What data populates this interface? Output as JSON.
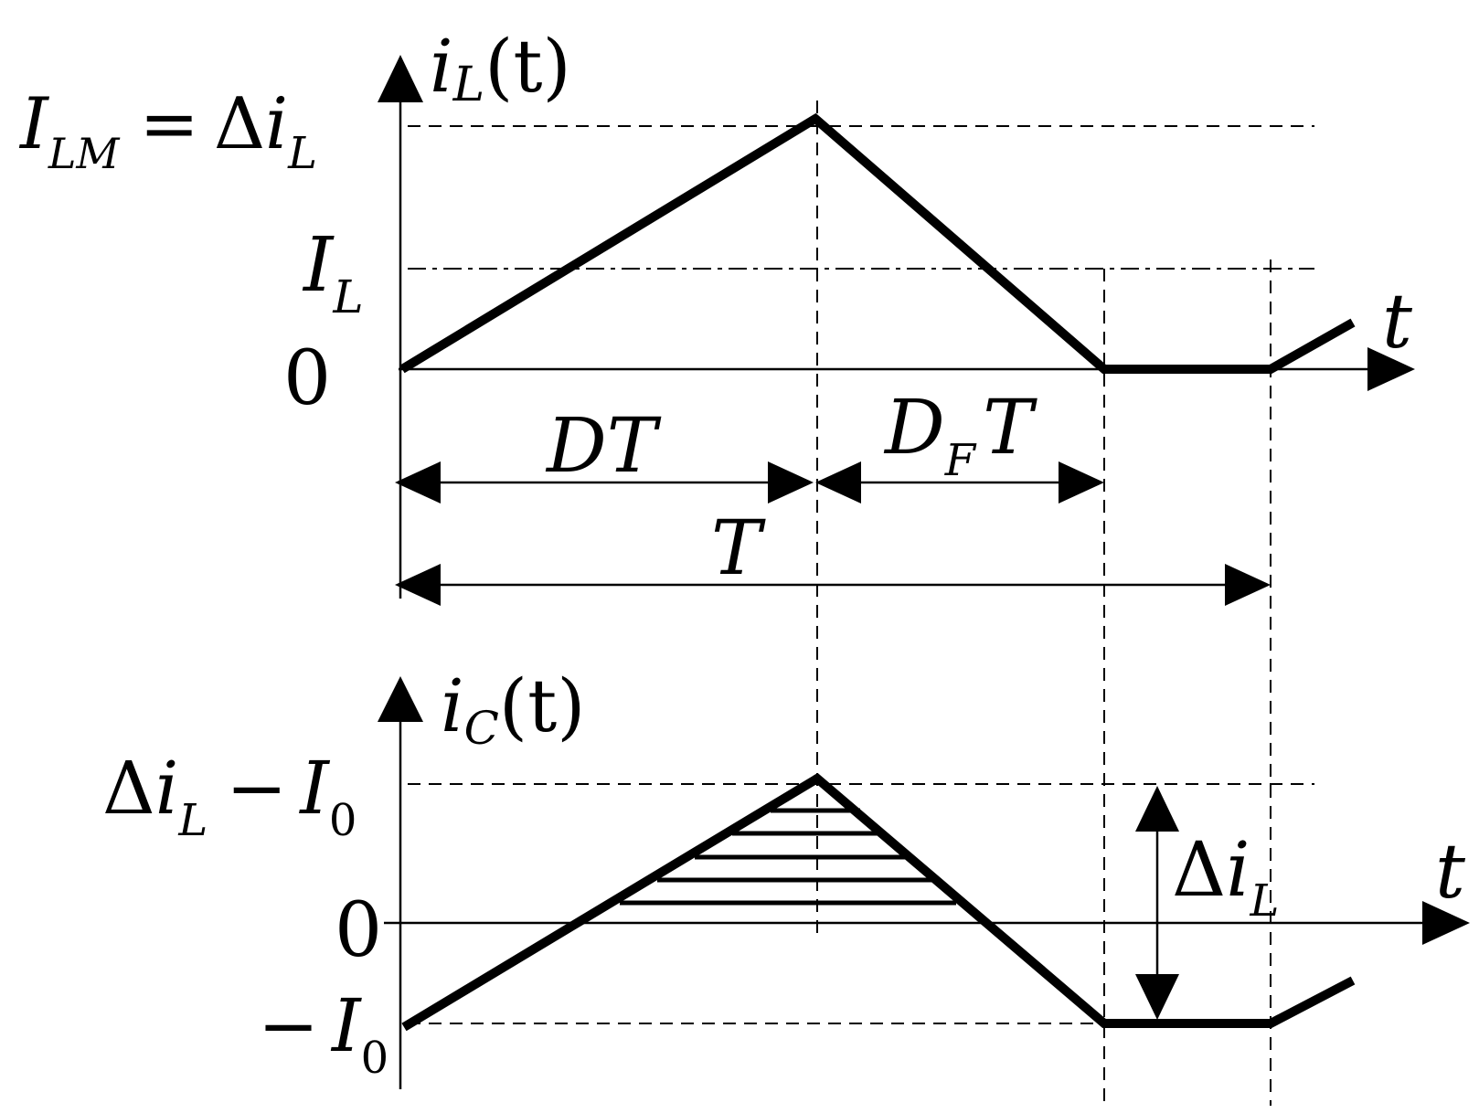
{
  "colors": {
    "ink": "#000000",
    "background": "#ffffff"
  },
  "top_plot": {
    "y_axis": {
      "var": "i",
      "sub": "L",
      "arg": "(t)"
    },
    "x_axis": {
      "var": "t"
    },
    "levels": {
      "ilm_left": "I",
      "ilm_left_sub": "LM",
      "ilm_eq": "=",
      "ilm_delta": "Δ",
      "ilm_var": "i",
      "ilm_sub": "L",
      "il_var": "I",
      "il_sub": "L",
      "zero": "0"
    },
    "intervals": {
      "dt": "DT",
      "dft_main": "D",
      "dft_sub": "F",
      "dft_t": "T",
      "period": "T"
    }
  },
  "bottom_plot": {
    "y_axis": {
      "var": "i",
      "sub": "C",
      "arg": "(t)"
    },
    "x_axis": {
      "var": "t"
    },
    "levels": {
      "peak_delta": "Δ",
      "peak_var": "i",
      "peak_sub": "L",
      "peak_minus": "−",
      "peak_i": "I",
      "peak_i_sub": "0",
      "zero": "0",
      "neg_minus": "−",
      "neg_i": "I",
      "neg_sub": "0"
    },
    "ripple": {
      "delta": "Δ",
      "var": "i",
      "sub": "L"
    }
  }
}
